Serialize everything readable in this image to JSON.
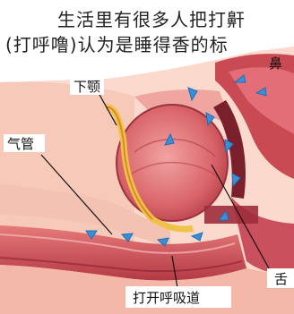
{
  "caption": {
    "line1": "生活里有很多人把打鼾",
    "line2": "(打呼噜)认为是睡得香的标"
  },
  "labels": {
    "jaw": "下颚",
    "nose": "鼻",
    "trachea": "气管",
    "tongue": "舌",
    "airway": "打开呼吸道"
  }
}
